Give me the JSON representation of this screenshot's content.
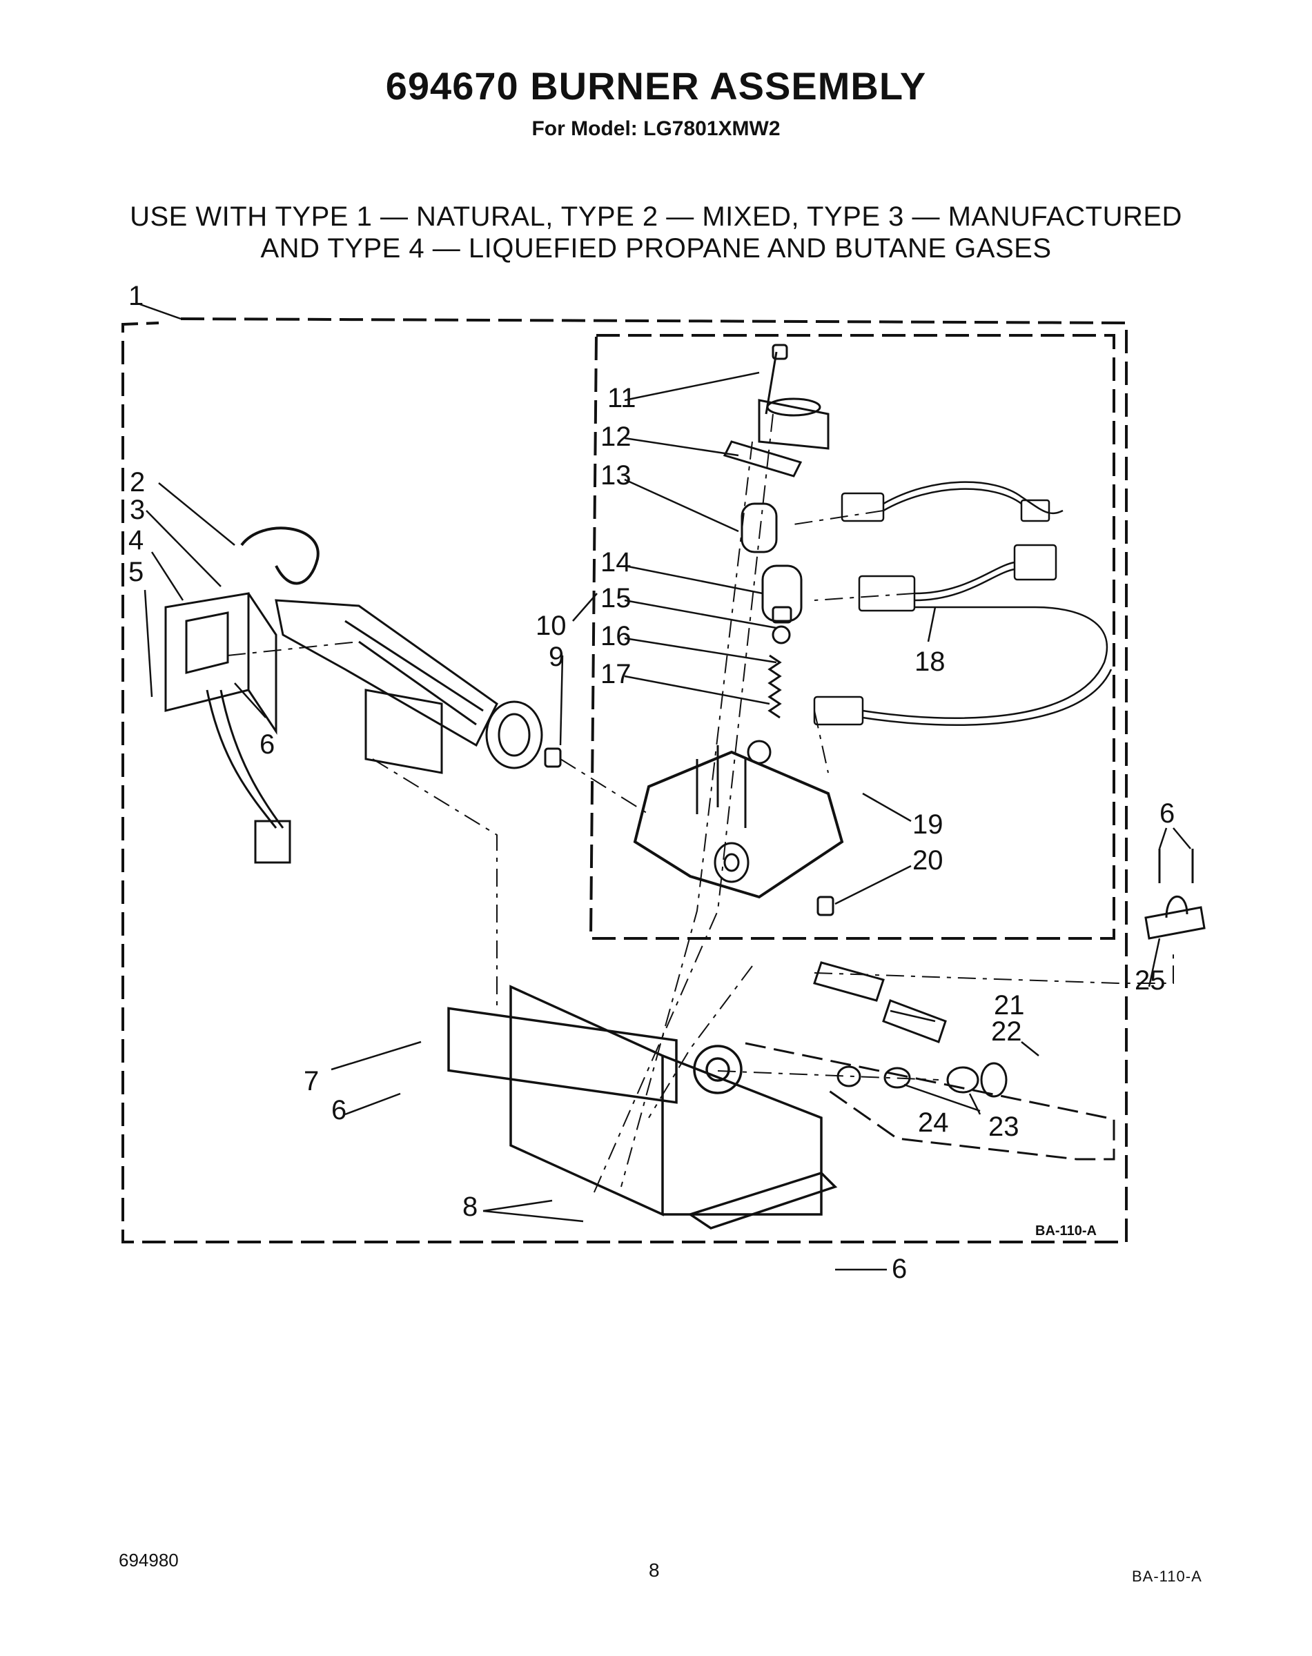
{
  "header": {
    "title": "694670 BURNER ASSEMBLY",
    "subtitle": "For Model: LG7801XMW2",
    "usage_line1": "USE WITH TYPE 1 — NATURAL, TYPE 2 — MIXED, TYPE 3 — MANUFACTURED",
    "usage_line2": "AND TYPE 4 — LIQUEFIED PROPANE AND BUTANE GASES"
  },
  "diagram": {
    "callouts": [
      "1",
      "2",
      "3",
      "4",
      "5",
      "6",
      "6",
      "6",
      "6",
      "7",
      "8",
      "9",
      "10",
      "11",
      "12",
      "13",
      "14",
      "15",
      "16",
      "17",
      "18",
      "19",
      "20",
      "21",
      "22",
      "23",
      "24",
      "25"
    ],
    "figure_code": "BA-110-A"
  },
  "footer": {
    "left": "694980",
    "page_number": "8",
    "right": "BA-110-A"
  }
}
